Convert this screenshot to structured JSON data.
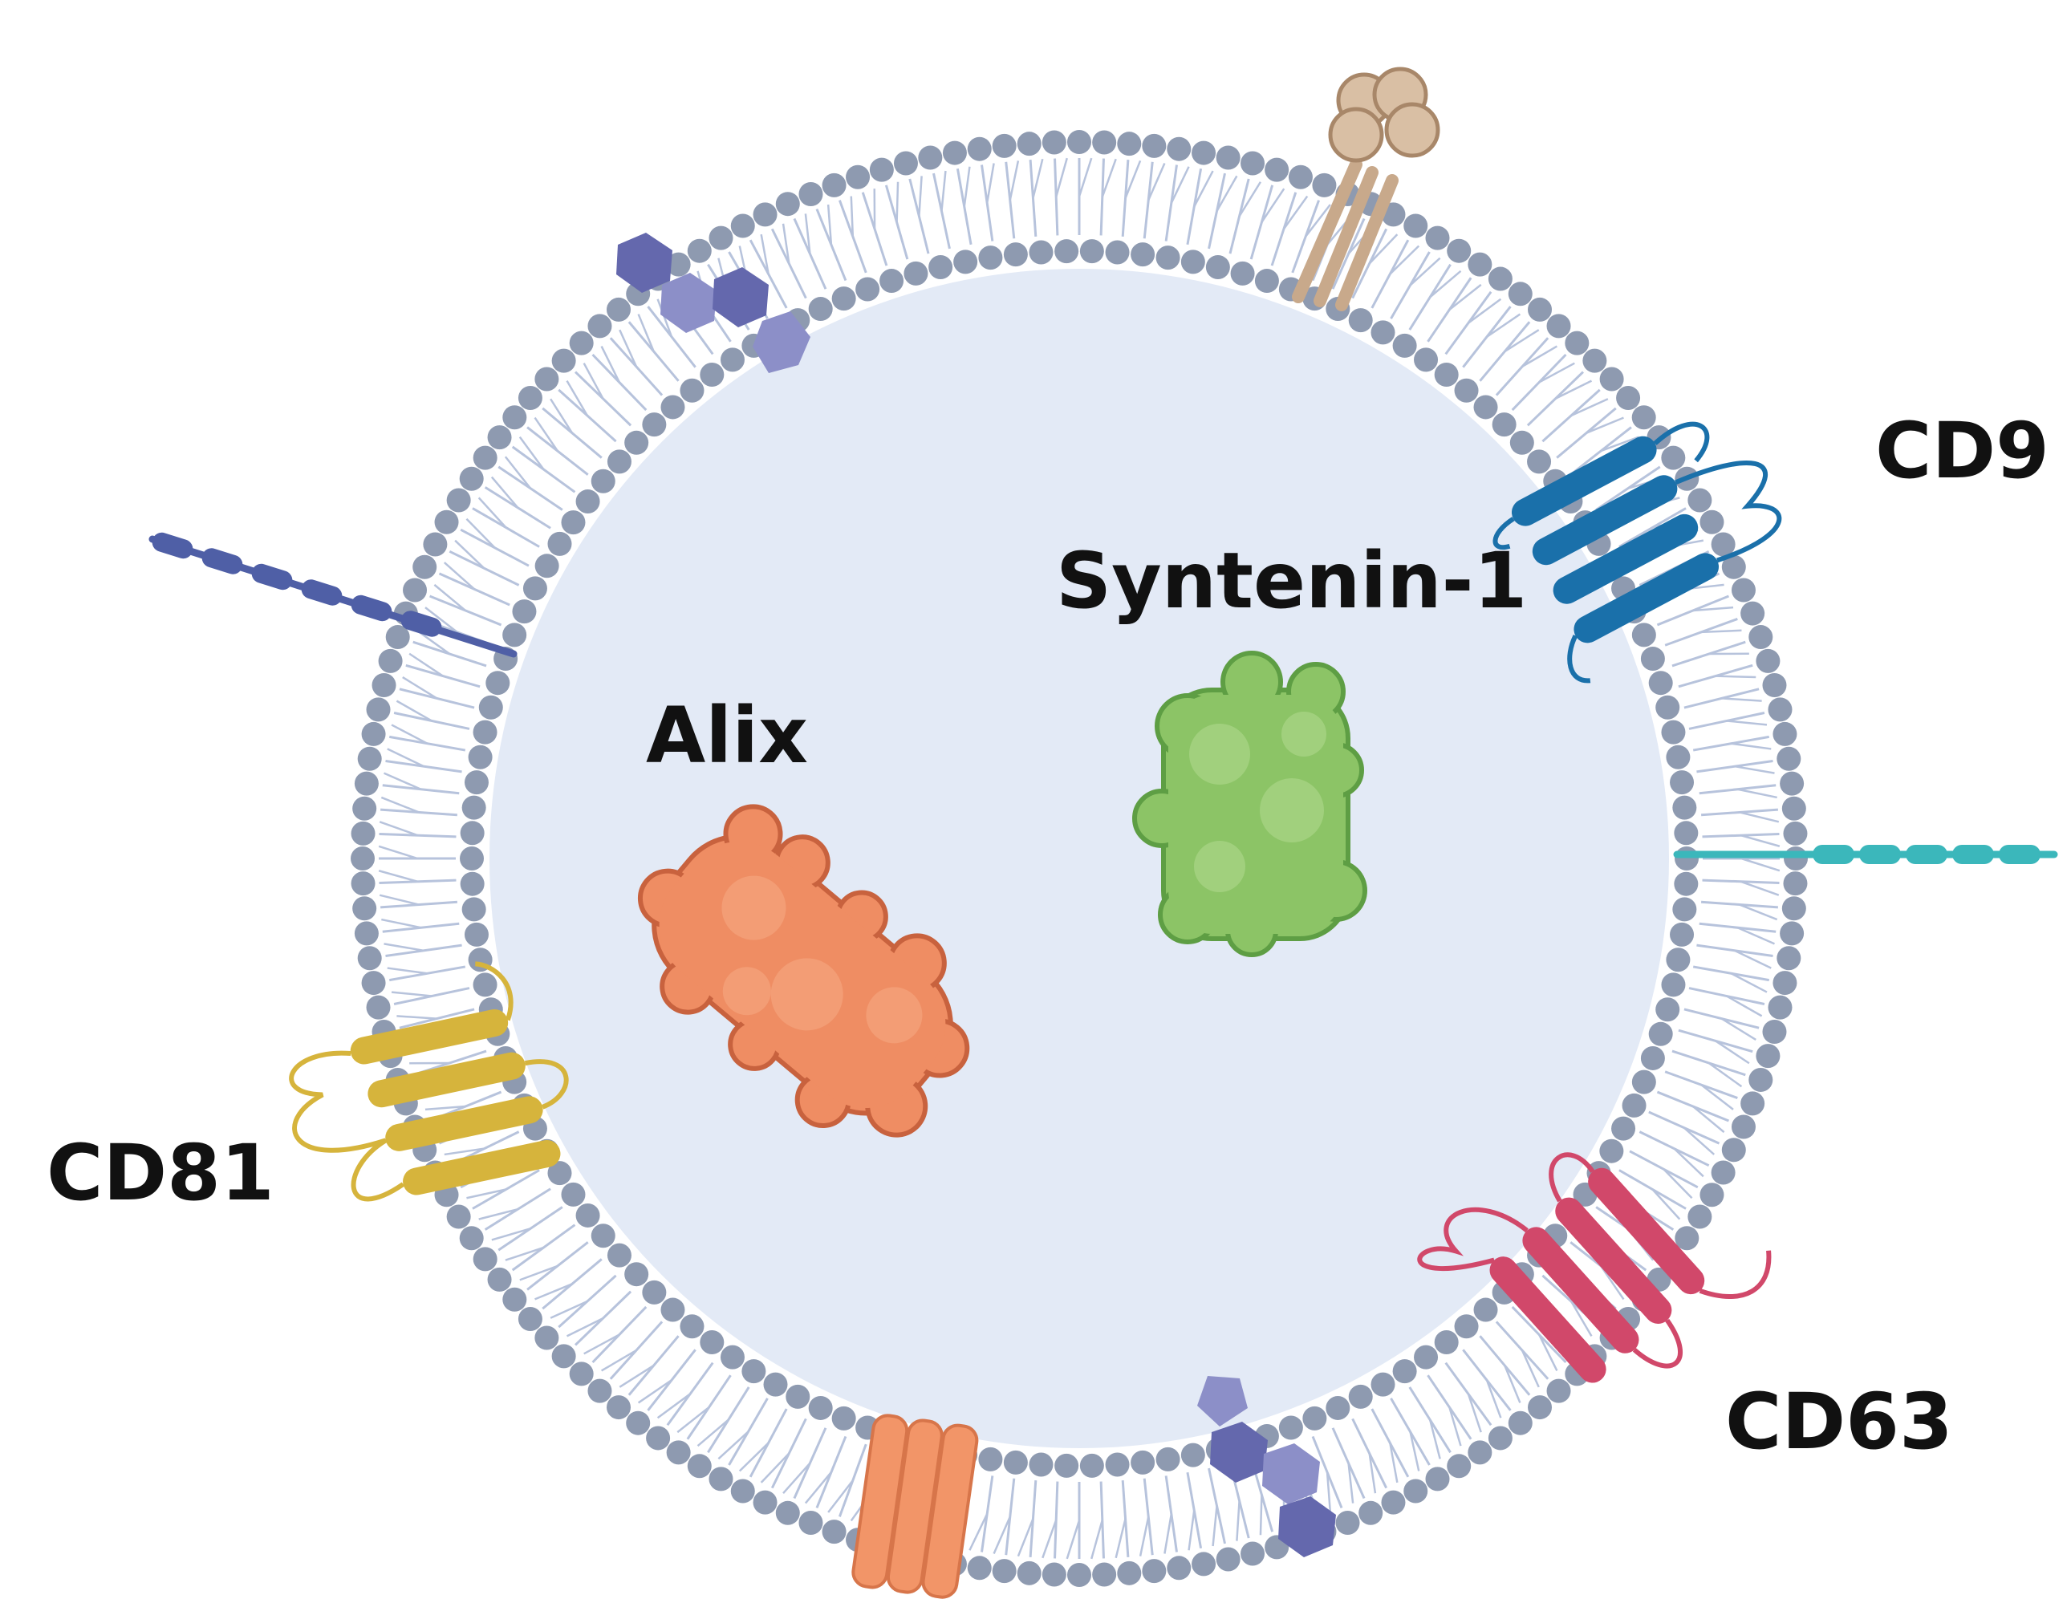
{
  "labels": {
    "cd9": "CD9",
    "syntenin": "Syntenin-1",
    "alix": "Alix",
    "cd81": "CD81",
    "cd63": "CD63"
  },
  "colors": {
    "lumen": "#e3eaf6",
    "lipid_head": "#8e9ab0",
    "lipid_tail": "#b7c3dc",
    "cd9": "#1a70aa",
    "cd81": "#d6b43c",
    "cd63": "#d1486a",
    "alix": "#ef8d63",
    "syntenin": "#8cc466",
    "glycan_dark": "#6468ad",
    "glycan_light": "#8c8fc8",
    "lipid_raft": "#c8a98b",
    "blue_chain": "#4f5fa6",
    "teal_chain": "#3bb7bb",
    "channel": "#f29568"
  },
  "icons": [
    "lipid-bilayer-membrane",
    "tetraspanin-cd9",
    "tetraspanin-cd81",
    "tetraspanin-cd63",
    "alix-protein",
    "syntenin-protein",
    "glycan-cluster",
    "lipid-raft-head",
    "blue-receptor-chain",
    "teal-receptor-chain",
    "orange-channel"
  ]
}
